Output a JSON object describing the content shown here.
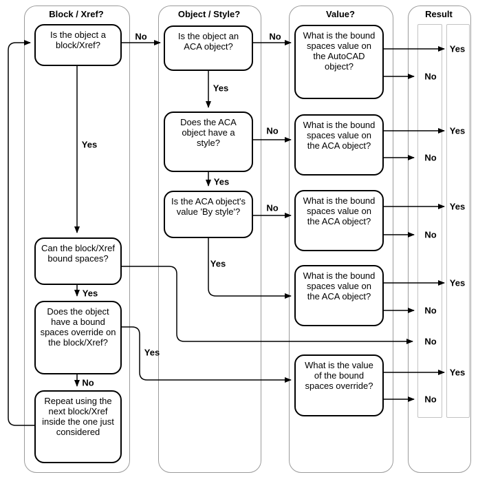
{
  "columns": [
    {
      "title": "Block / Xref?"
    },
    {
      "title": "Object / Style?"
    },
    {
      "title": "Value?"
    },
    {
      "title": "Result"
    }
  ],
  "nodes": {
    "is_block": {
      "text": "Is the object a\nblock/Xref?"
    },
    "can_bound": {
      "text": "Can the block/Xref\nbound spaces?"
    },
    "has_override": {
      "text": "Does the object\nhave a bound\nspaces override on\nthe block/Xref?"
    },
    "repeat": {
      "text": "Repeat using the\nnext block/Xref\ninside the one just\nconsidered"
    },
    "is_aca": {
      "text": "Is the object an\nACA object?"
    },
    "has_style": {
      "text": "Does the ACA\nobject have a\nstyle?"
    },
    "by_style": {
      "text": "Is the ACA object's\nvalue 'By style'?"
    },
    "value_autocad": {
      "text": "What is the bound\nspaces value on\nthe AutoCAD\nobject?"
    },
    "value_aca_1": {
      "text": "What is the bound\nspaces value on\nthe ACA object?"
    },
    "value_aca_2": {
      "text": "What is the bound\nspaces value on\nthe ACA object?"
    },
    "value_aca_3": {
      "text": "What is the bound\nspaces value on\nthe ACA object?"
    },
    "value_override": {
      "text": "What is the value\nof the bound\nspaces override?"
    }
  },
  "edge_labels": {
    "is_block_no": "No",
    "is_aca_no": "No",
    "is_aca_yes": "Yes",
    "has_style_no": "No",
    "has_style_yes": "Yes",
    "by_style_no": "No",
    "by_style_yes": "Yes",
    "is_block_yes": "Yes",
    "can_bound_yes": "Yes",
    "can_bound_no_path": "",
    "has_override_no": "No",
    "has_override_yes": "Yes"
  },
  "result": {
    "rows": [
      {
        "label": "Yes"
      },
      {
        "label": "No"
      },
      {
        "label": "Yes"
      },
      {
        "label": "No"
      },
      {
        "label": "Yes"
      },
      {
        "label": "No"
      },
      {
        "label": "Yes"
      },
      {
        "label": "No"
      },
      {
        "label": "No"
      },
      {
        "label": "Yes"
      },
      {
        "label": "No"
      }
    ]
  },
  "colors": {
    "line": "#000000",
    "column_border": "#9a9a9a",
    "result_inner_border": "#c2c2c2",
    "background": "#ffffff"
  }
}
